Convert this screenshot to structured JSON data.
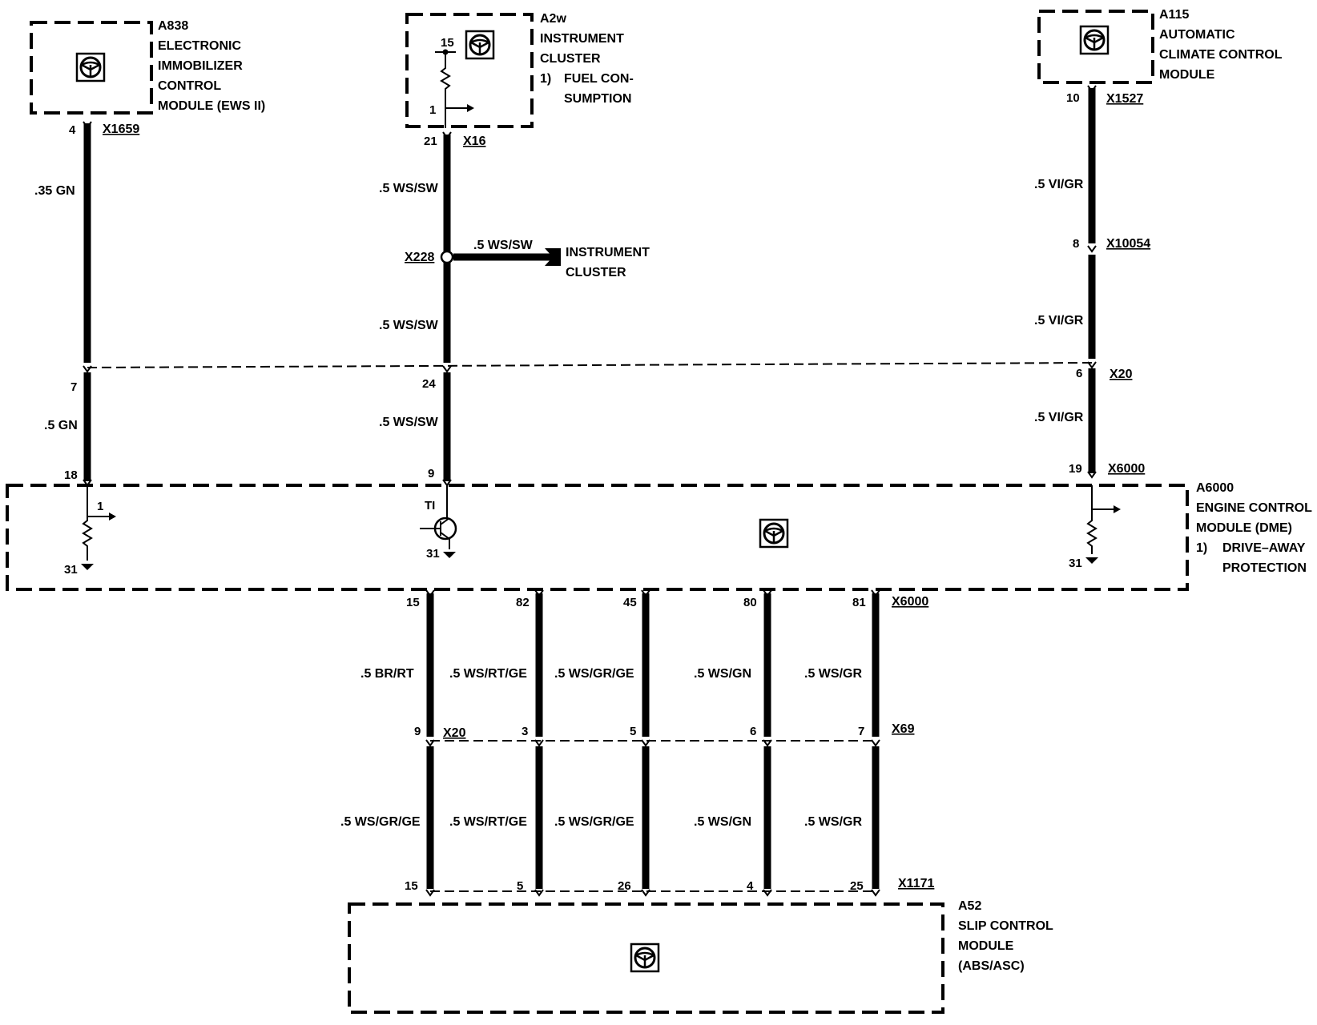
{
  "modules": {
    "a838": {
      "code": "A838",
      "lines": [
        "ELECTRONIC",
        "IMMOBILIZER",
        "CONTROL",
        "MODULE (EWS II)"
      ]
    },
    "a2w": {
      "code": "A2w",
      "lines": [
        "INSTRUMENT",
        "CLUSTER"
      ],
      "note_num": "1)",
      "note_lines": [
        "FUEL CON-",
        "SUMPTION"
      ]
    },
    "a115": {
      "code": "A115",
      "lines": [
        "AUTOMATIC",
        "CLIMATE CONTROL",
        "MODULE"
      ]
    },
    "a6000": {
      "code": "A6000",
      "lines": [
        "ENGINE CONTROL",
        "MODULE (DME)"
      ],
      "note_num": "1)",
      "note_lines": [
        "DRIVE–AWAY",
        "PROTECTION"
      ]
    },
    "a52": {
      "code": "A52",
      "lines": [
        "SLIP CONTROL",
        "MODULE",
        "(ABS/ASC)"
      ]
    }
  },
  "connectors": {
    "x1659": "X1659",
    "x16": "X16",
    "x228": "X228",
    "x1527": "X1527",
    "x10054": "X10054",
    "x20_top": "X20",
    "x6000_top": "X6000",
    "x6000_bottom": "X6000",
    "x20_bottom": "X20",
    "x69": "X69",
    "x1171": "X1171"
  },
  "branch": {
    "wire": ".5 WS/SW",
    "label_lines": [
      "INSTRUMENT",
      "CLUSTER"
    ]
  },
  "internal": {
    "a2w_pin_top": "15",
    "a2w_pin_out": "1",
    "a6000_pin_out": "1",
    "ti_label": "TI",
    "ground_left": "31",
    "ground_mid": "31",
    "ground_right": "31"
  },
  "upper_wires": {
    "left": {
      "pin_top": "4",
      "color_top": ".35 GN",
      "pin_x20": "7",
      "color_bottom": ".5 GN",
      "pin_x6000": "18"
    },
    "mid": {
      "pin_top": "21",
      "color_top": ".5 WS/SW",
      "color_mid": ".5 WS/SW",
      "pin_x20": "24",
      "color_bottom": ".5 WS/SW",
      "pin_x6000": "9"
    },
    "right": {
      "pin_top": "10",
      "color_top": ".5 VI/GR",
      "pin_x10054": "8",
      "color_mid": ".5 VI/GR",
      "pin_x20": "6",
      "color_bottom": ".5 VI/GR",
      "pin_x6000": "19"
    }
  },
  "lower_wires": [
    {
      "pin_x6000": "15",
      "color_top": ".5 BR/RT",
      "pin_mid": "9",
      "color_bottom": ".5 WS/GR/GE",
      "pin_x1171": "15"
    },
    {
      "pin_x6000": "82",
      "color_top": ".5 WS/RT/GE",
      "pin_mid": "3",
      "color_bottom": ".5 WS/RT/GE",
      "pin_x1171": "5"
    },
    {
      "pin_x6000": "45",
      "color_top": ".5 WS/GR/GE",
      "pin_mid": "5",
      "color_bottom": ".5 WS/GR/GE",
      "pin_x1171": "26"
    },
    {
      "pin_x6000": "80",
      "color_top": ".5 WS/GN",
      "pin_mid": "6",
      "color_bottom": ".5 WS/GN",
      "pin_x1171": "4"
    },
    {
      "pin_x6000": "81",
      "color_top": ".5 WS/GR",
      "pin_mid": "7",
      "color_bottom": ".5 WS/GR",
      "pin_x1171": "25"
    }
  ]
}
